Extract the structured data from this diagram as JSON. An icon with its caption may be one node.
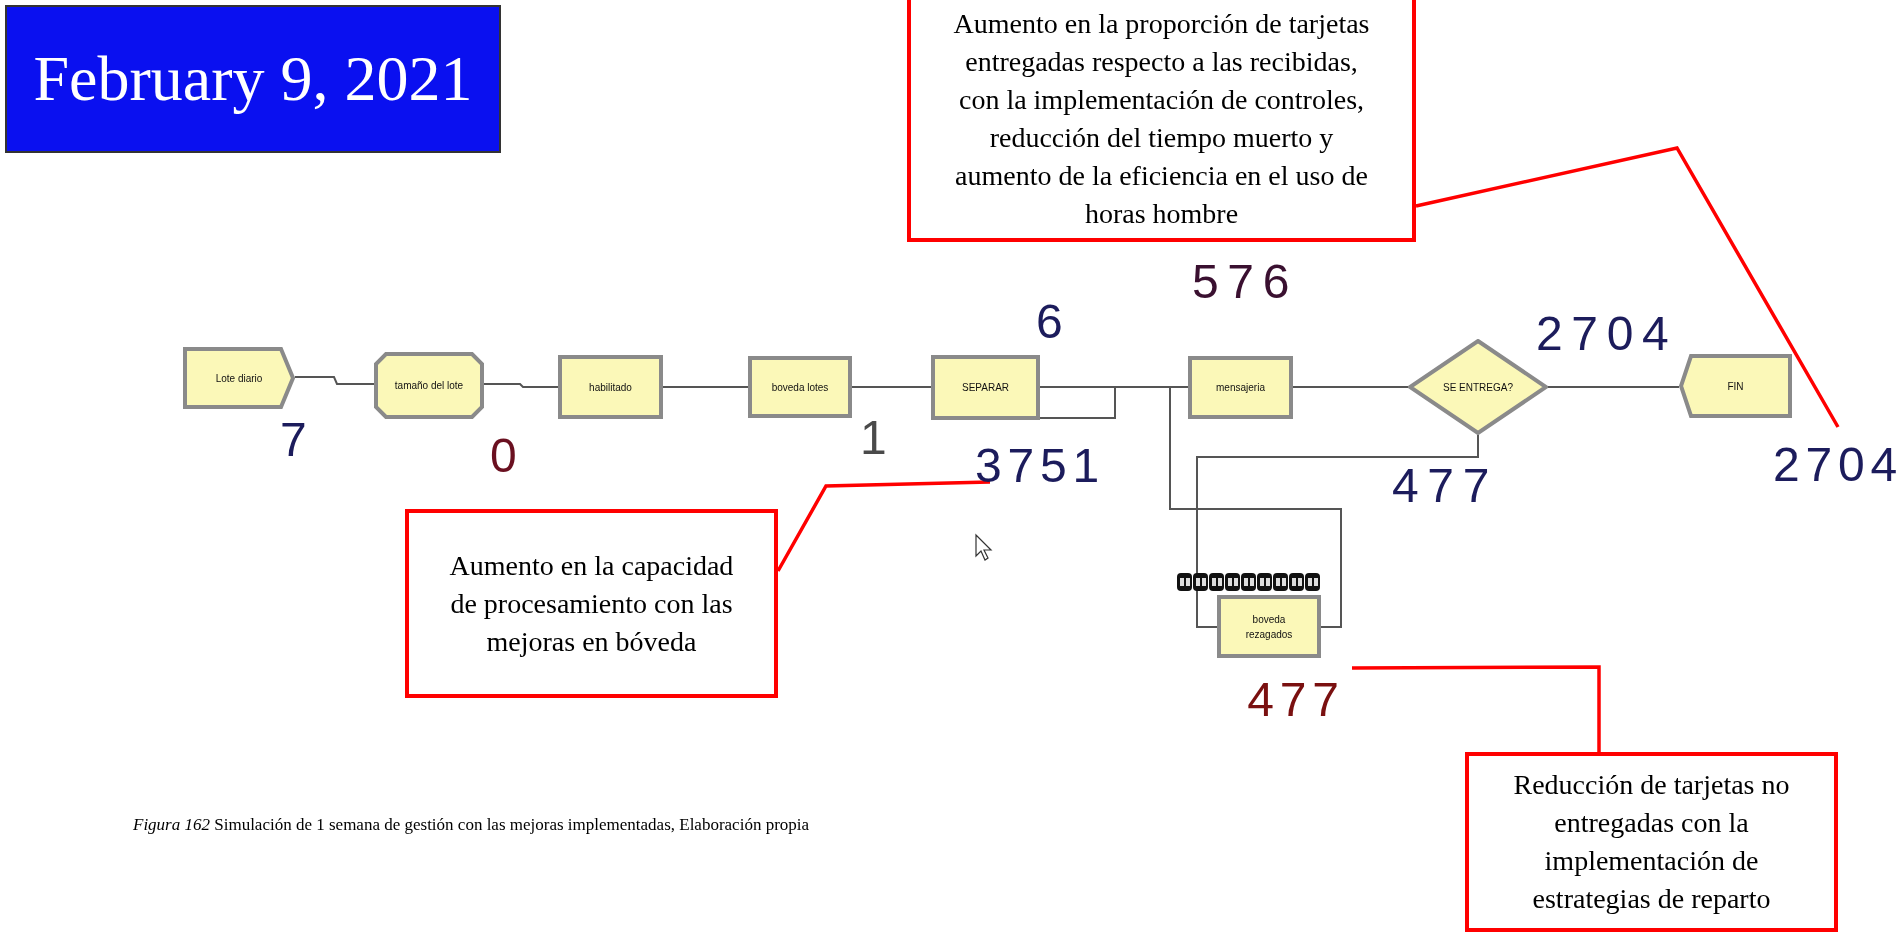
{
  "diagram": {
    "caption": "*Figura 162* Simulación de 1 semana de gestión con las mejoras implementadas, Elaboración propia",
    "nodes": [
      {
        "text": [
          "Lote diario"
        ]
      },
      {
        "text": [
          "tamaño del lote"
        ]
      },
      {
        "text": [
          "habilitado"
        ]
      },
      {
        "text": [
          "boveda lotes"
        ]
      },
      {
        "text": [
          "SEPARAR"
        ]
      },
      {
        "text": [
          "mensajeria"
        ]
      },
      {
        "text": [
          "SE ENTREGA?"
        ]
      },
      {
        "text": [
          "FIN"
        ]
      },
      {
        "text": [
          "boveda rezagados"
        ]
      },
      {
        "text": [
          "3751"
        ]
      },
      {
        "text": [
          "2704"
        ]
      },
      {
        "text": [
          "477"
        ]
      },
      {
        "text": [
          "Aumento en la capacidad de procesamiento con las mejoras en bóveda"
        ]
      },
      {
        "text": [
          "Aumento en la proporción de tarjetas entregadas respecto a las recibidas, con la implementación de controles, reducción del tiempo muerto y aumento de la eficiencia en el uso de horas hombre"
        ]
      },
      {
        "text": [
          "Reducción de tarjetas no entregadas con la implementación de estrategias de reparto"
        ]
      }
    ],
    "edges": [
      {
        "from": 0,
        "to": 1,
        "arrow": "none"
      },
      {
        "from": 1,
        "to": 2,
        "arrow": "none"
      },
      {
        "from": 2,
        "to": 3,
        "arrow": "none"
      },
      {
        "from": 3,
        "to": 4,
        "arrow": "none"
      },
      {
        "from": 4,
        "to": 5,
        "arrow": "none"
      },
      {
        "from": 4,
        "to": 5,
        "arrow": "none"
      },
      {
        "from": 8,
        "to": 5,
        "arrow": "none"
      },
      {
        "from": 5,
        "to": 6,
        "arrow": "none"
      },
      {
        "from": 6,
        "to": 7,
        "arrow": "none"
      },
      {
        "from": 6,
        "to": 8,
        "arrow": "none"
      },
      {
        "from": 12,
        "to": 9,
        "arrow": "none",
        "color": "#ff0000"
      },
      {
        "from": 13,
        "to": 10,
        "arrow": "none",
        "color": "#ff0000"
      },
      {
        "from": 14,
        "to": 11,
        "arrow": "none",
        "color": "#ff0000"
      }
    ],
    "labels": [
      "February 9, 2021",
      "7",
      "0",
      "1",
      "6",
      "576",
      "2704",
      "477"
    ]
  }
}
